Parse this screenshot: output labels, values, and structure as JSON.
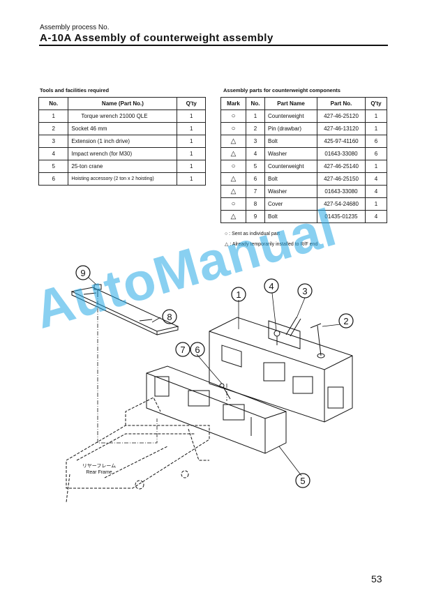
{
  "header": {
    "label": "Assembly process No.",
    "title": "A-10A  Assembly of counterweight assembly"
  },
  "tools": {
    "caption": "Tools and facilities required",
    "headers": [
      "No.",
      "Name (Part No.)",
      "Q'ty"
    ],
    "rows": [
      {
        "no": "1",
        "name": "Torque wrench 21000 QLE",
        "qty": "1"
      },
      {
        "no": "2",
        "name": "Socket 46 mm",
        "qty": "1"
      },
      {
        "no": "3",
        "name": "Extension (1 inch drive)",
        "qty": "1"
      },
      {
        "no": "4",
        "name": "Impact wrench (for M30)",
        "qty": "1"
      },
      {
        "no": "5",
        "name": "25-ton crane",
        "qty": "1"
      },
      {
        "no": "6",
        "name": "Hoisting accessory (2 ton x 2 hoisting)",
        "qty": "1"
      }
    ]
  },
  "parts": {
    "caption": "Assembly parts for counterweight components",
    "headers": [
      "Mark",
      "No.",
      "Part Name",
      "Part No.",
      "Q'ty"
    ],
    "rows": [
      {
        "mark": "○",
        "no": "1",
        "name": "Counterweight",
        "part_no": "427-46-25120",
        "qty": "1"
      },
      {
        "mark": "○",
        "no": "2",
        "name": "Pin (drawbar)",
        "part_no": "427-46-13120",
        "qty": "1"
      },
      {
        "mark": "△",
        "no": "3",
        "name": "Bolt",
        "part_no": "425-97-41160",
        "qty": "6"
      },
      {
        "mark": "△",
        "no": "4",
        "name": "Washer",
        "part_no": "01643-33080",
        "qty": "6"
      },
      {
        "mark": "○",
        "no": "5",
        "name": "Counterweight",
        "part_no": "427-46-25140",
        "qty": "1"
      },
      {
        "mark": "△",
        "no": "6",
        "name": "Bolt",
        "part_no": "427-46-25150",
        "qty": "4"
      },
      {
        "mark": "△",
        "no": "7",
        "name": "Washer",
        "part_no": "01643-33080",
        "qty": "4"
      },
      {
        "mark": "○",
        "no": "8",
        "name": "Cover",
        "part_no": "427-54-24680",
        "qty": "1"
      },
      {
        "mark": "△",
        "no": "9",
        "name": "Bolt",
        "part_no": "01435-01235",
        "qty": "4"
      }
    ],
    "legend": [
      "○ :  Sent as individual part",
      "△ :  Already temporarily installed to R/F end"
    ]
  },
  "drawing": {
    "callouts": [
      "1",
      "2",
      "3",
      "4",
      "5",
      "6",
      "7",
      "8",
      "9"
    ],
    "frame_label_jp": "リヤーフレーム",
    "frame_label_en": "Rear Frame"
  },
  "watermark": "AutoManual",
  "page_number": "53"
}
